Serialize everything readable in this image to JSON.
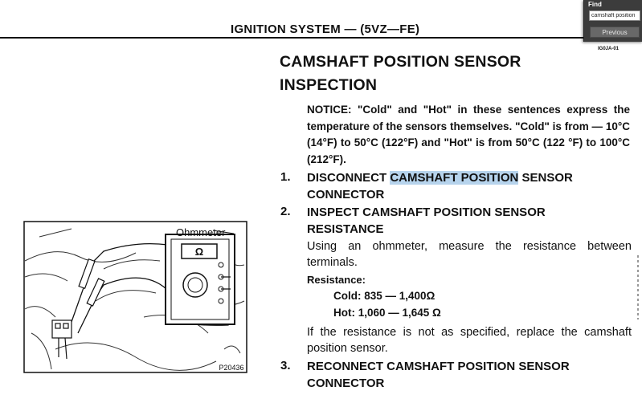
{
  "header": {
    "title": "IGNITION SYSTEM — (5VZ—FE)",
    "doc_code": "IG0JA-01"
  },
  "title_line1": "CAMSHAFT POSITION SENSOR",
  "title_line2": "INSPECTION",
  "notice": "NOTICE: \"Cold\" and \"Hot\" in these sentences express the temperature of the sensors themselves. \"Cold\" is from — 10°C (14°F) to 50°C (122°F) and \"Hot\" is from 50°C (122 °F) to 100°C (212°F).",
  "steps": [
    {
      "num": "1.",
      "pre": "DISCONNECT ",
      "highlight": "CAMSHAFT POSITION",
      "post": " SENSOR",
      "line2": "CONNECTOR"
    },
    {
      "num": "2.",
      "line1": "INSPECT CAMSHAFT POSITION SENSOR",
      "line2": "RESISTANCE",
      "instruction": "Using an ohmmeter, measure the resistance between terminals.",
      "spec_label": "Resistance:",
      "cold": "Cold: 835 — 1,400Ω",
      "hot": "Hot: 1,060 — 1,645 Ω",
      "note": "If the resistance is not as specified, replace the camshaft position sensor."
    },
    {
      "num": "3.",
      "line1": "RECONNECT CAMSHAFT POSITION SENSOR",
      "line2": "CONNECTOR"
    }
  ],
  "figure": {
    "label": "Ohmmeter",
    "meter_symbol": "Ω",
    "code": "P20436"
  },
  "find_dialog": {
    "title": "Find",
    "query": "camshaft position",
    "previous_label": "Previous"
  }
}
